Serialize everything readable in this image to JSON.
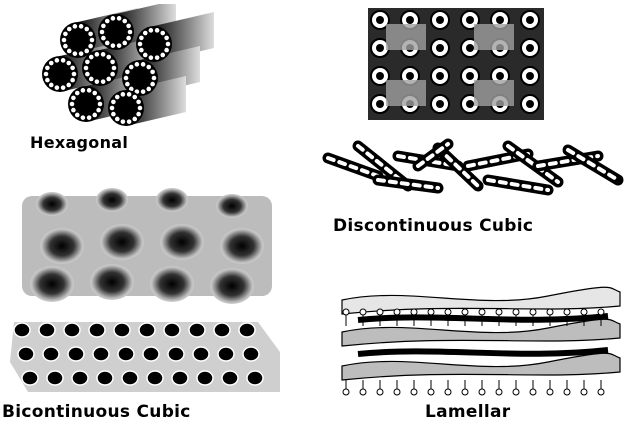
{
  "figure": {
    "phases": [
      {
        "id": "hexagonal",
        "label": "Hexagonal"
      },
      {
        "id": "discontinuous-cubic",
        "label": "Discontinuous Cubic"
      },
      {
        "id": "bicontinuous-cubic",
        "label": "Bicontinuous Cubic"
      },
      {
        "id": "lamellar",
        "label": "Lamellar"
      }
    ],
    "colors": {
      "ink": "#000000",
      "background": "#ffffff",
      "shade": "#888888",
      "light": "#d8d8d8"
    }
  }
}
